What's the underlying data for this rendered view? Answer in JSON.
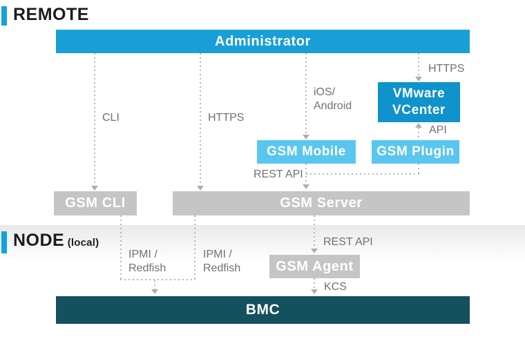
{
  "diagram": {
    "sections": {
      "remote": {
        "title": "REMOTE"
      },
      "node": {
        "title": "NODE",
        "subtitle": "(local)"
      }
    },
    "nodes": {
      "administrator": "Administrator",
      "vmware_vcenter": {
        "line1": "VMware",
        "line2": "VCenter"
      },
      "gsm_mobile": "GSM Mobile",
      "gsm_plugin": "GSM Plugin",
      "gsm_cli": "GSM CLI",
      "gsm_server": "GSM Server",
      "gsm_agent": "GSM Agent",
      "bmc": "BMC"
    },
    "edges": {
      "cli": "CLI",
      "https_to_server": "HTTPS",
      "ios_android": {
        "line1": "iOS/",
        "line2": "Android"
      },
      "https_to_vcenter": "HTTPS",
      "api": "API",
      "rest_api_remote": "REST API",
      "rest_api_node": "REST API",
      "ipmi_redfish_left": {
        "line1": "IPMI /",
        "line2": "Redfish"
      },
      "ipmi_redfish_right": {
        "line1": "IPMI /",
        "line2": "Redfish"
      },
      "kcs": "KCS"
    },
    "colors": {
      "primary_blue": "#189fd8",
      "deep_blue": "#0f93cc",
      "light_blue": "#59c6f0",
      "gray_box": "#c5c5c5",
      "dark_teal": "#15505f",
      "accent_cyan": "#12a3dc",
      "label_gray": "#707070",
      "line_gray": "#b5b5b5"
    }
  }
}
